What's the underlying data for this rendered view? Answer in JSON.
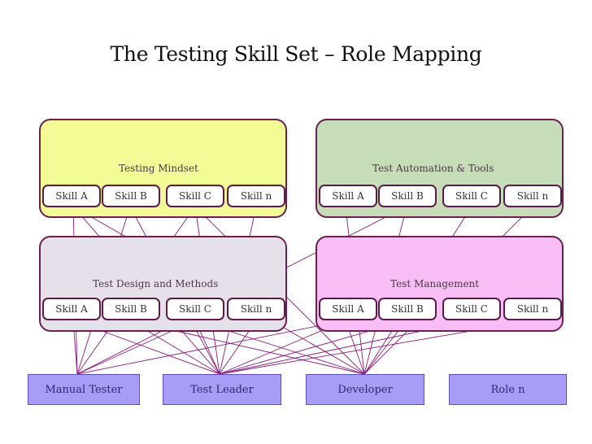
{
  "title": "The Testing Skill Set – Role Mapping",
  "groups": [
    {
      "label": "Testing Mindset",
      "color": "#f3fb97",
      "skills": [
        "Skill A",
        "Skill B",
        "Skill C",
        "Skill n"
      ]
    },
    {
      "label": "Test Automation & Tools",
      "color": "#c7dcb8",
      "skills": [
        "Skill A",
        "Skill B",
        "Skill C",
        "Skill n"
      ]
    },
    {
      "label": "Test Design  and Methods",
      "color": "#e6e0ea",
      "skills": [
        "Skill A",
        "Skill B",
        "Skill C",
        "Skill n"
      ]
    },
    {
      "label": "Test Management",
      "color": "#f8bdf4",
      "skills": [
        "Skill A",
        "Skill B",
        "Skill C",
        "Skill n"
      ]
    }
  ],
  "roles": [
    "Manual Tester",
    "Test Leader",
    "Developer",
    "Role n"
  ],
  "line_color": "#8a1a7a"
}
